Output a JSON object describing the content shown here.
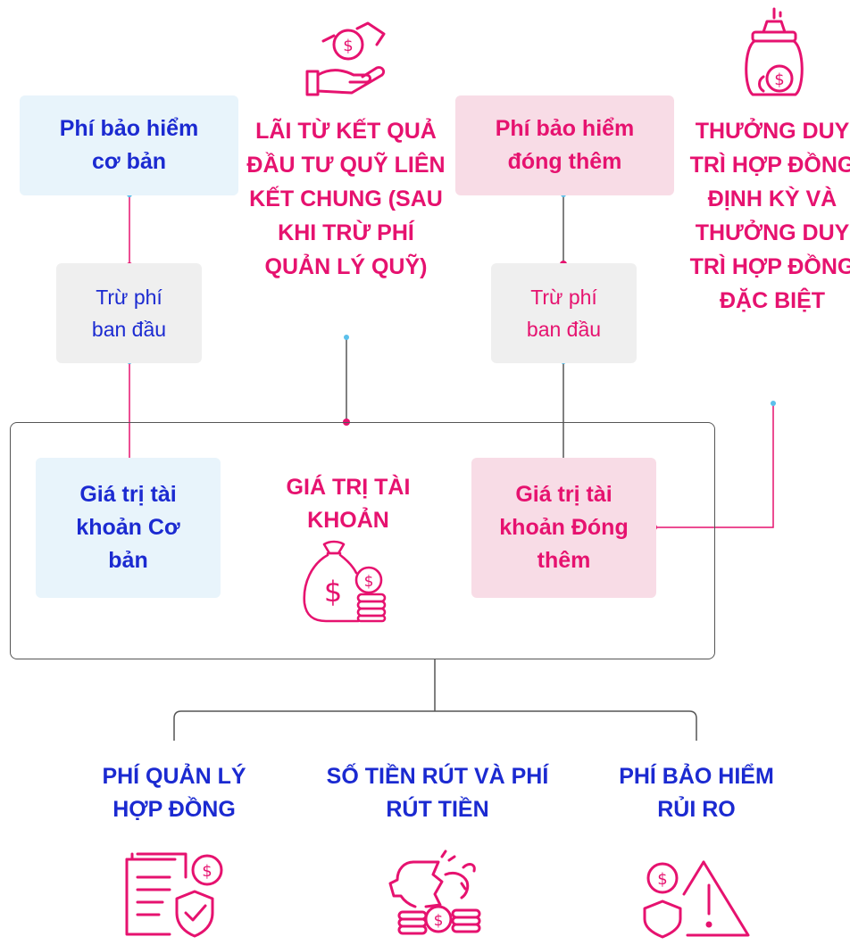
{
  "colors": {
    "blue": "#1b2ad1",
    "pink": "#e6126f",
    "light_blue": "#e8f4fb",
    "light_pink": "#f8dce6",
    "grey": "#efefef"
  },
  "top": {
    "basic_premium": "Phí bảo hiểm cơ bản",
    "investment_interest": "LÃI TỪ KẾT QUẢ ĐẦU TƯ QUỸ LIÊN KẾT CHUNG (SAU KHI TRỪ PHÍ QUẢN LÝ QUỸ)",
    "top_up_premium": "Phí bảo hiểm đóng thêm",
    "loyalty_bonus": "THƯỞNG DUY TRÌ HỢP ĐỒNG ĐỊNH KỲ VÀ THƯỞNG DUY TRÌ HỢP ĐỒNG ĐẶC BIỆT"
  },
  "deduction_left": "Trừ phí ban đầu",
  "deduction_right": "Trừ phí ban đầu",
  "account": {
    "basic": "Giá trị tài khoản Cơ bản",
    "title": "GIÁ TRỊ TÀI KHOẢN",
    "top_up": "Giá trị tài khoản Đóng thêm"
  },
  "bottom": {
    "admin_fee": "PHÍ QUẢN LÝ HỢP ĐỒNG",
    "withdrawal": "SỐ TIỀN RÚT VÀ PHÍ RÚT TIỀN",
    "risk_premium": "PHÍ BẢO HIỂM RỦI RO"
  },
  "icons": {
    "hand_coin": "hand-coin-icon",
    "coin_jar": "coin-jar-icon",
    "money_bag": "money-bag-icon",
    "document_shield": "document-shield-icon",
    "broken_piggy": "broken-piggy-icon",
    "risk_warning": "risk-warning-icon"
  }
}
